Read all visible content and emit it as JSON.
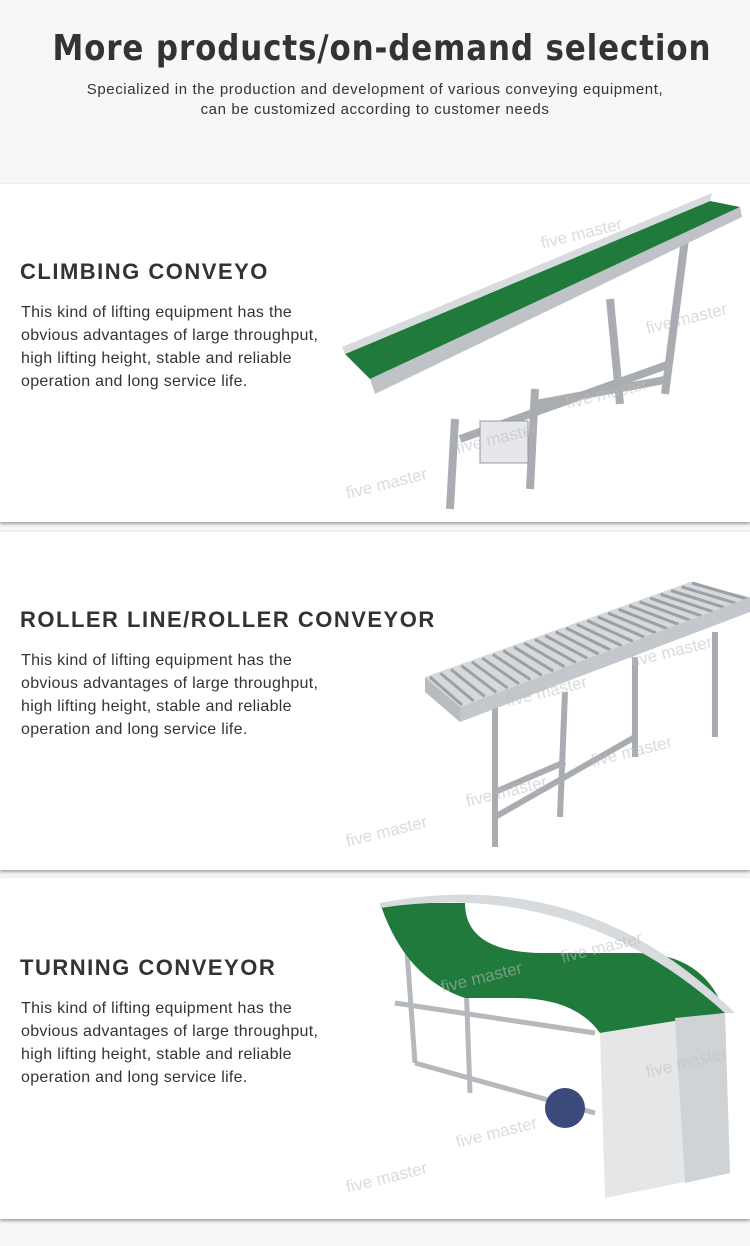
{
  "header": {
    "title": "More products/on-demand selection",
    "subtitle_line1": "Specialized in the production and development of various conveying equipment,",
    "subtitle_line2": "can be customized according to customer needs"
  },
  "watermark": "five master",
  "products": [
    {
      "title": "CLIMBING CONVEYO",
      "description": "This kind of lifting equipment has the obvious advantages of large throughput, high lifting height, stable and reliable operation and long service life.",
      "image": "climbing-conveyor-photo"
    },
    {
      "title": "ROLLER LINE/ROLLER CONVEYOR",
      "description": "This kind of lifting equipment has the obvious advantages of large throughput, high lifting height, stable and reliable operation and long service life.",
      "image": "roller-conveyor-photo"
    },
    {
      "title": "TURNING CONVEYOR",
      "description": "This kind of lifting equipment has the obvious advantages of large throughput, high lifting height, stable and reliable operation and long service life.",
      "image": "turning-conveyor-photo"
    }
  ],
  "colors": {
    "belt_green": "#1f7a3c",
    "frame": "#c8ccd0",
    "text": "#333333"
  }
}
